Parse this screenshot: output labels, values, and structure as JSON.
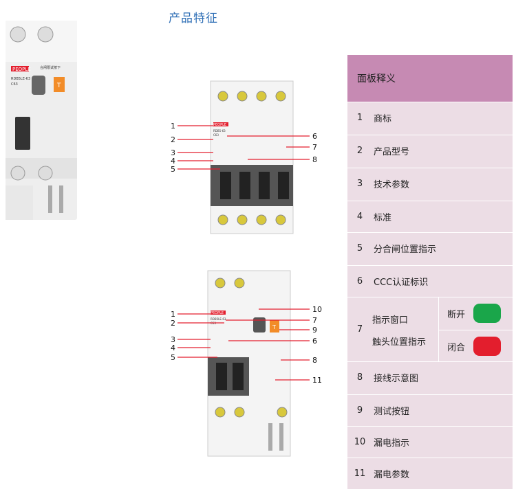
{
  "title": "产品特征",
  "device_top_left": {
    "brand": "PEOPLE",
    "model": "RDB5LE-63",
    "rating": "C63",
    "button_text": "T",
    "label_top": "合闸限试按下"
  },
  "device_mid": {
    "brand": "PEOPLE",
    "model": "RDB5-63",
    "rating": "C63",
    "callouts_left": [
      "1",
      "2",
      "3",
      "4",
      "5"
    ],
    "callouts_right": [
      "6",
      "7",
      "8"
    ]
  },
  "device_bottom": {
    "brand": "PEOPLE",
    "model": "RDB5LE-63",
    "rating": "C63",
    "button_text": "T",
    "callouts_left": [
      "1",
      "2",
      "3",
      "4",
      "5"
    ],
    "callouts_right": [
      "10",
      "7",
      "9",
      "6",
      "8",
      "11"
    ]
  },
  "legend": {
    "header": "面板释义",
    "rows": [
      {
        "num": "1",
        "label": "商标"
      },
      {
        "num": "2",
        "label": "产品型号"
      },
      {
        "num": "3",
        "label": "技术参数"
      },
      {
        "num": "4",
        "label": "标准"
      },
      {
        "num": "5",
        "label": "分合闸位置指示"
      },
      {
        "num": "6",
        "label": "CCC认证标识"
      }
    ],
    "row7": {
      "num": "7",
      "label_line1": "指示窗口",
      "label_line2": "触头位置指示",
      "state_open": "断开",
      "state_closed": "闭合",
      "color_open": "#1aa64a",
      "color_closed": "#e31e2d"
    },
    "rows_after": [
      {
        "num": "8",
        "label": "接线示意图"
      },
      {
        "num": "9",
        "label": "测试按钮"
      },
      {
        "num": "10",
        "label": "漏电指示"
      },
      {
        "num": "11",
        "label": "漏电参数"
      }
    ]
  }
}
